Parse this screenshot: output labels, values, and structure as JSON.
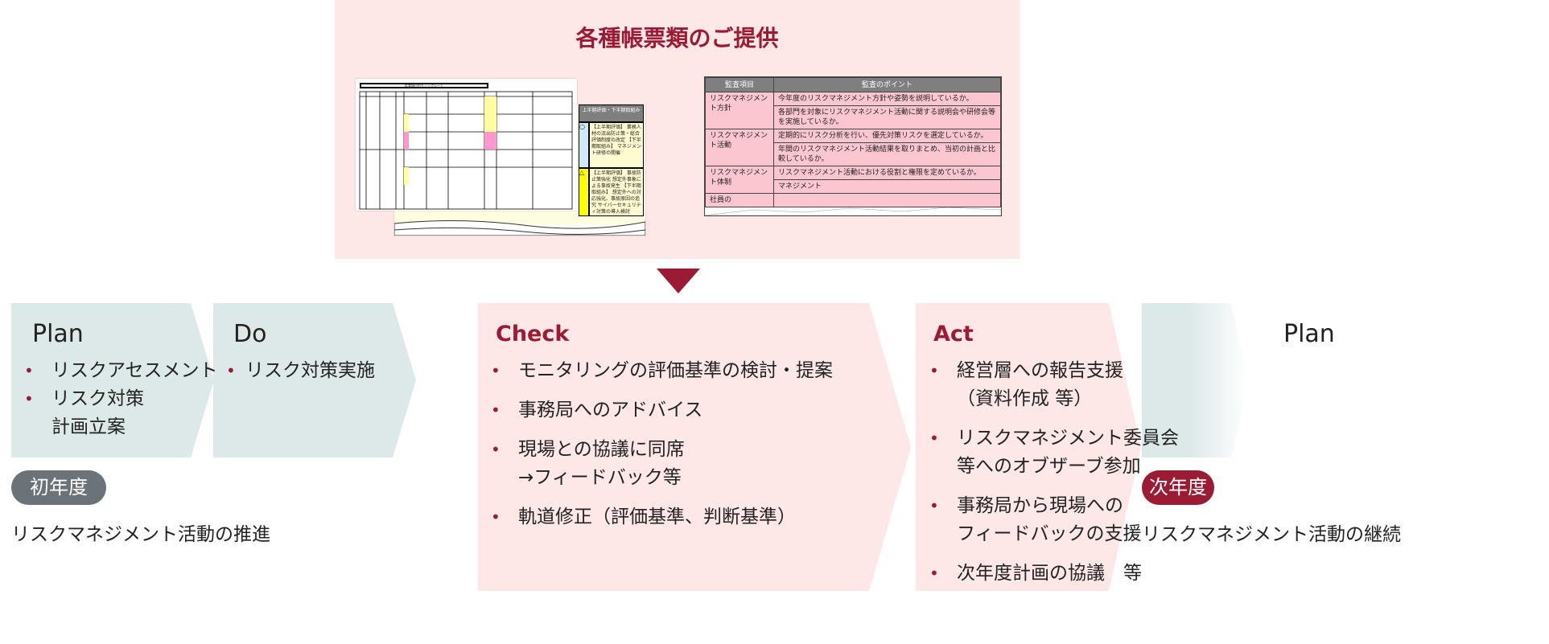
{
  "panel": {
    "title": "各種帳票類のご提供",
    "sheet_left": {
      "title": "監査項目別チェックシート",
      "side_header": "上半期評価・下半期取組み",
      "side_rows": [
        {
          "mark": "○",
          "text": "【上半期評価】 業務人材の流出防止策・総合評価制度の改定 【下半期取組み】 マネジメント研修の開催"
        },
        {
          "mark": "△",
          "text": "【上半期評価】 事故防止策強化 想定外事象による事故発生 【下半期取組み】 想定外への対応強化、事故原因の追究 サイバーセキュリティ対策の導入検討"
        }
      ]
    },
    "audit_table": {
      "headers": [
        "監査項目",
        "監査のポイント"
      ],
      "rows": [
        {
          "item": "リスクマネジメント方針",
          "points": [
            "今年度のリスクマネジメント方針や姿勢を説明しているか。",
            "各部門を対象にリスクマネジメント活動に関する説明会や研修会等を実施しているか。"
          ]
        },
        {
          "item": "リスクマネジメント活動",
          "points": [
            "定期的にリスク分析を行い、優先対策リスクを選定しているか。",
            "年間のリスクマネジメント活動結果を取りまとめ、当初の計画と比較しているか。"
          ]
        },
        {
          "item": "リスクマネジメント体制",
          "points": [
            "リスクマネジメント活動における役割と権限を定めているか。",
            "マネジメント"
          ]
        },
        {
          "item": "社員の",
          "points": [
            ""
          ]
        }
      ]
    }
  },
  "flow": [
    {
      "stage": "Plan",
      "items": [
        "リスクアセスメント",
        "リスク対策\n計画立案"
      ]
    },
    {
      "stage": "Do",
      "items": [
        "リスク対策実施"
      ]
    },
    {
      "stage": "Check",
      "items": [
        "モニタリングの評価基準の検討・提案",
        "事務局へのアドバイス",
        "現場との協議に同席\n→フィードバック等",
        "軌道修正（評価基準、判断基準）"
      ]
    },
    {
      "stage": "Act",
      "items": [
        "経営層への報告支援\n（資料作成 等）",
        "リスクマネジメント委員会\n等へのオブザーブ参加",
        "事務局から現場への\nフィードバックの支援",
        "次年度計画の協議　等"
      ]
    },
    {
      "stage": "Plan",
      "items": []
    }
  ],
  "phases": [
    {
      "badge": "初年度",
      "caption": "リスクマネジメント活動の推進",
      "color": "#6b7379"
    },
    {
      "badge": "次年度",
      "caption": "リスクマネジメント活動の継続",
      "color": "#9b1b35"
    }
  ],
  "colors": {
    "accent": "#9b1b35",
    "pink": "#fde7e7",
    "teal": "#dde9e9"
  }
}
